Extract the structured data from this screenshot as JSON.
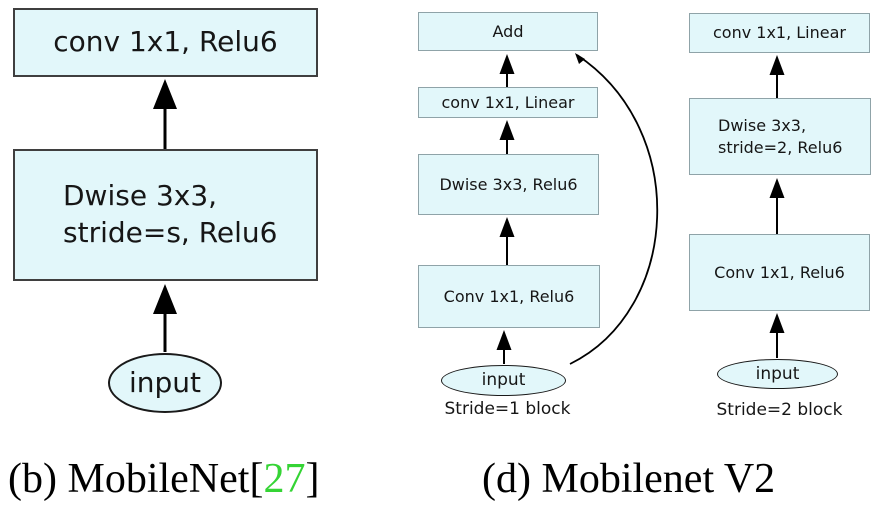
{
  "figure": {
    "mobilenet_v1": {
      "caption": {
        "prefix": "(b) MobileNet[",
        "reference": "27",
        "suffix": "]"
      },
      "nodes": {
        "conv_top": "conv 1x1, Relu6",
        "dwise_line1": "Dwise 3x3,",
        "dwise_line2": "stride=s, Relu6",
        "input": "input"
      }
    },
    "stride1_block": {
      "label": "Stride=1 block",
      "nodes": {
        "add": "Add",
        "conv_linear": "conv 1x1, Linear",
        "dwise": "Dwise 3x3, Relu6",
        "conv_relu": "Conv 1x1, Relu6",
        "input": "input"
      }
    },
    "stride2_block": {
      "label": "Stride=2 block",
      "nodes": {
        "conv_linear": "conv 1x1, Linear",
        "dwise_line1": "Dwise 3x3,",
        "dwise_line2": "stride=2, Relu6",
        "conv_relu": "Conv 1x1, Relu6",
        "input": "input"
      }
    },
    "mobilenet_v2_caption": "(d) Mobilenet V2",
    "colors": {
      "node_fill": "#e2f7fa",
      "node_border_dark": "#3f3f3f",
      "node_border_light": "#8fa3a8",
      "arrow": "#000000",
      "reference_green": "#35d435"
    }
  }
}
